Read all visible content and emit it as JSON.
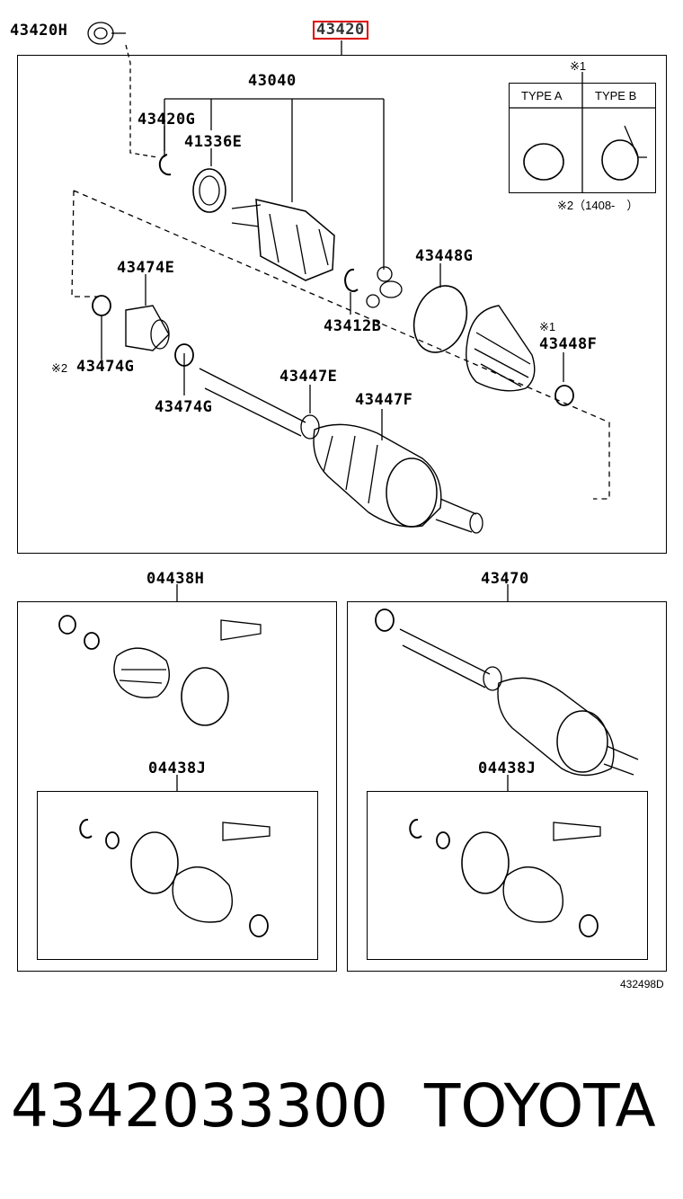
{
  "labels": {
    "p43420H": "43420H",
    "p43420": "43420",
    "p43040": "43040",
    "p43420G": "43420G",
    "p41336E": "41336E",
    "p43474E": "43474E",
    "p43474G_left": "43474G",
    "p43474G": "43474G",
    "p43412B": "43412B",
    "p43448G": "43448G",
    "p43448F": "43448F",
    "p43447E": "43447E",
    "p43447F": "43447F",
    "p04438H": "04438H",
    "p43470": "43470",
    "p04438J_left": "04438J",
    "p04438J_right": "04438J"
  },
  "notes": {
    "mark1_top": "※1",
    "mark1_boot": "※1",
    "mark2_clamp": "※2",
    "mark2_date": "※2（1408-　）"
  },
  "types": {
    "type_a": "TYPE A",
    "type_b": "TYPE B"
  },
  "diagram_code": "432498D",
  "part_number": "4342033300",
  "brand": "TOYOTA"
}
